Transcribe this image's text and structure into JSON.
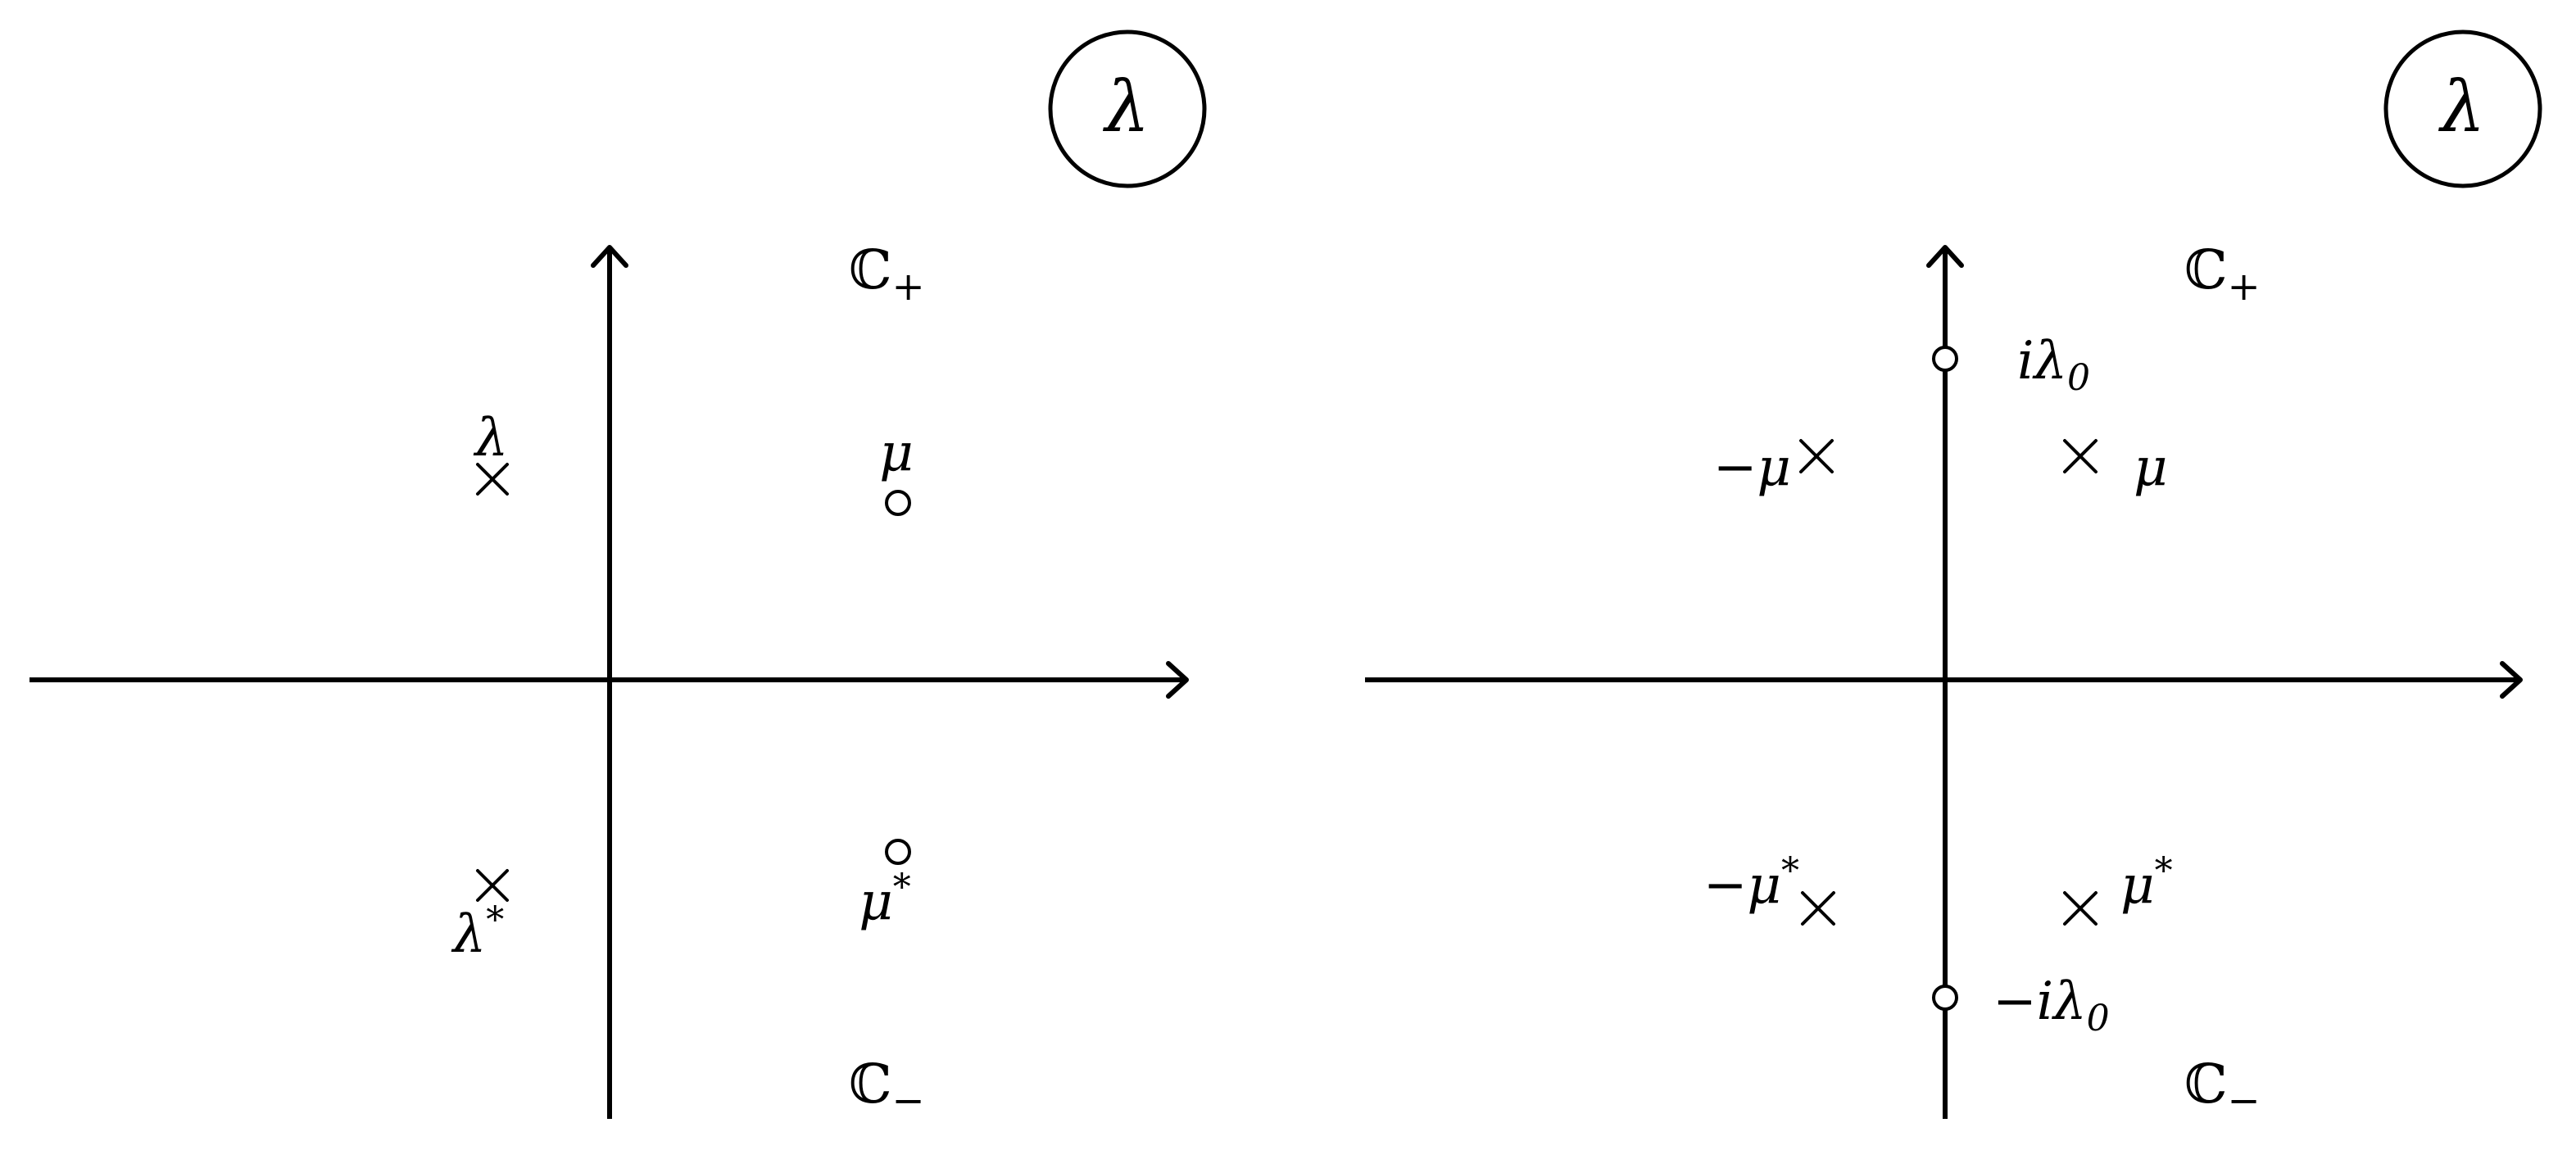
{
  "panels": [
    {
      "badge": "λ",
      "region_upper": {
        "symbol": "ℂ",
        "subscript": "+"
      },
      "region_lower": {
        "symbol": "ℂ",
        "subscript": "−"
      },
      "points": [
        {
          "marker": "cross",
          "label": "λ",
          "superscript": ""
        },
        {
          "marker": "circle",
          "label": "μ",
          "superscript": ""
        },
        {
          "marker": "cross",
          "label": "λ",
          "superscript": "*"
        },
        {
          "marker": "circle",
          "label": "μ",
          "superscript": "*"
        }
      ]
    },
    {
      "badge": "λ",
      "region_upper": {
        "symbol": "ℂ",
        "subscript": "+"
      },
      "region_lower": {
        "symbol": "ℂ",
        "subscript": "−"
      },
      "points": [
        {
          "marker": "circle",
          "label": "iλ",
          "subscript": "0"
        },
        {
          "marker": "cross",
          "label": "−μ",
          "superscript": ""
        },
        {
          "marker": "cross",
          "label": "μ",
          "superscript": ""
        },
        {
          "marker": "cross",
          "label": "−μ",
          "superscript": "*"
        },
        {
          "marker": "cross",
          "label": "μ",
          "superscript": "*"
        },
        {
          "marker": "circle",
          "label": "−iλ",
          "subscript": "0"
        }
      ]
    }
  ]
}
